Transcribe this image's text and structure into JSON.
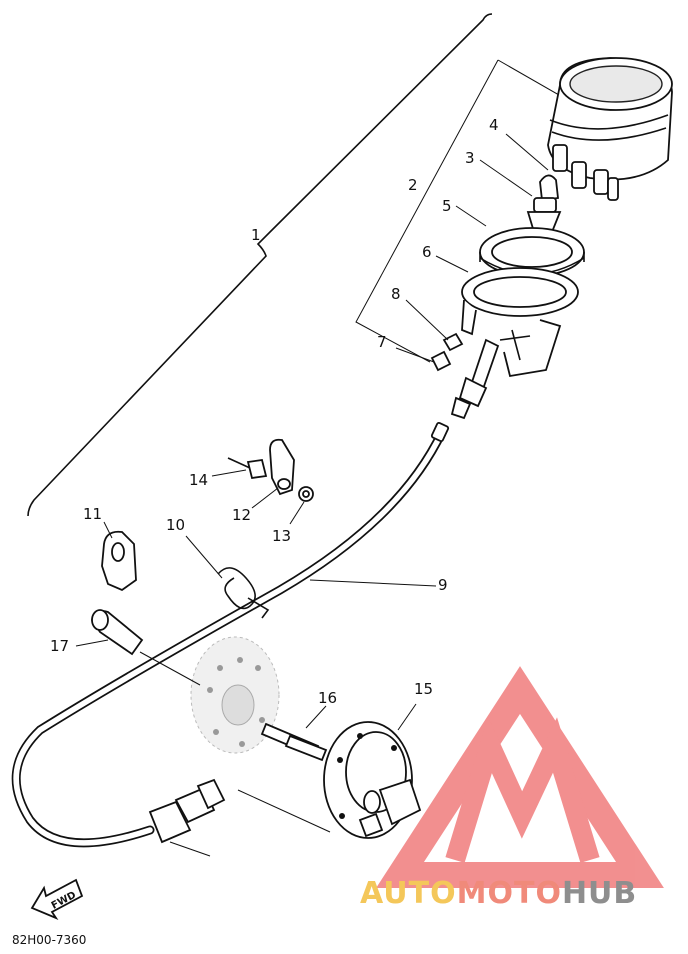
{
  "callouts": [
    {
      "label": "1"
    },
    {
      "label": "2"
    },
    {
      "label": "3"
    },
    {
      "label": "4"
    },
    {
      "label": "5"
    },
    {
      "label": "6"
    },
    {
      "label": "7"
    },
    {
      "label": "8"
    },
    {
      "label": "9"
    },
    {
      "label": "10"
    },
    {
      "label": "11"
    },
    {
      "label": "12"
    },
    {
      "label": "13"
    },
    {
      "label": "14"
    },
    {
      "label": "15"
    },
    {
      "label": "16"
    },
    {
      "label": "17"
    }
  ],
  "fwd_label": "FWD",
  "drawing_code": "82H00-7360",
  "watermark": {
    "part1": "AUTO",
    "part2": "MOTO",
    "part3": "HUB",
    "color_auto": "#f4c75a",
    "color_moto": "#f08a7a",
    "color_hub": "#8e8e8e",
    "logo_color": "#f07c7c"
  }
}
